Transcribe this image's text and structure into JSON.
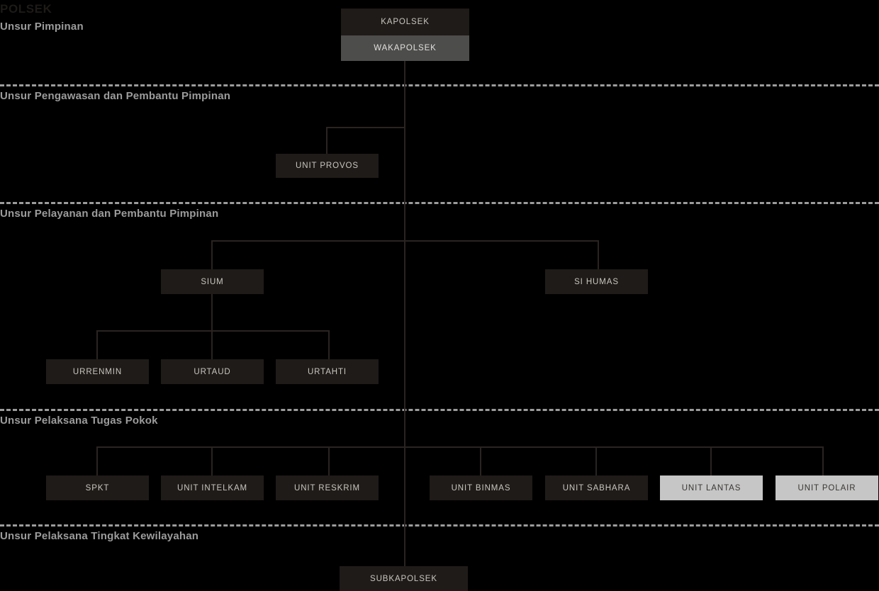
{
  "title": "POLSEK",
  "sections": [
    {
      "label": "Unsur Pimpinan"
    },
    {
      "label": "Unsur Pengawasan dan Pembantu Pimpinan"
    },
    {
      "label": "Unsur Pelayanan dan Pembantu Pimpinan"
    },
    {
      "label": "Unsur Pelaksana Tugas Pokok"
    },
    {
      "label": "Unsur Pelaksana Tingkat Kewilayahan"
    }
  ],
  "nodes": {
    "kapolsek": "KAPOLSEK",
    "wakapolsek": "WAKAPOLSEK",
    "unit_provos": "UNIT PROVOS",
    "sium": "SIUM",
    "si_humas": "SI HUMAS",
    "urrenmin": "URRENMIN",
    "urtaud": "URTAUD",
    "urtahti": "URTAHTI",
    "spkt": "SPKT",
    "unit_intelkam": "UNIT INTELKAM",
    "unit_reskrim": "UNIT RESKRIM",
    "unit_binmas": "UNIT BINMAS",
    "unit_sabhara": "UNIT SABHARA",
    "unit_lantas": "UNIT LANTAS",
    "unit_polair": "UNIT POLAIR",
    "subkapolsek": "SUBKAPOLSEK"
  },
  "colors": {
    "background": "#000000",
    "node_dark": "#1f1b18",
    "node_gray": "#4d4d4b",
    "node_light": "#c6c6c6",
    "line": "#2a2421",
    "divider": "#9c9c9c",
    "label_text": "#9c9c9c",
    "title_text": "#1d1a17"
  }
}
